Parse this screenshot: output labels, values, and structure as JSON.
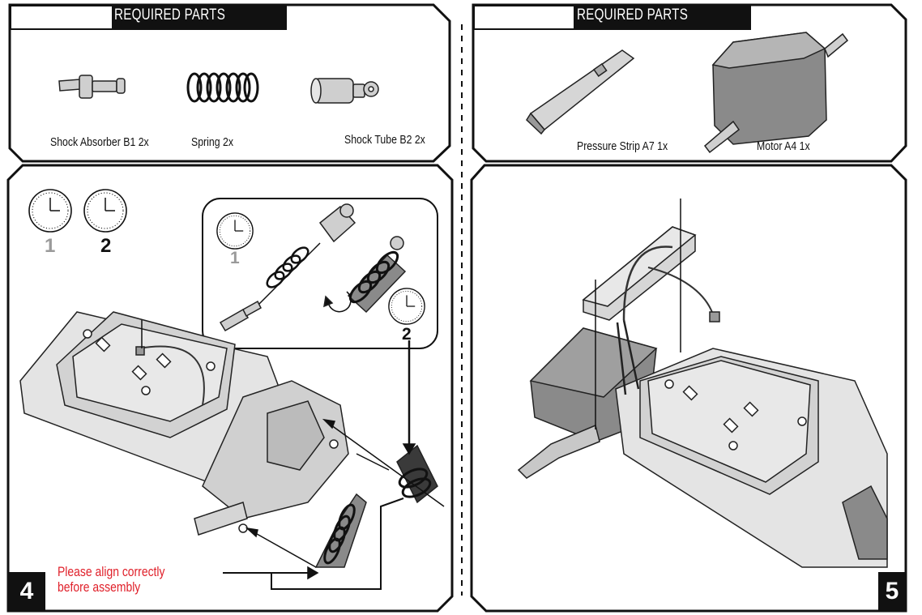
{
  "panels": {
    "top_left_header": "REQUIRED PARTS",
    "top_right_header": "REQUIRED PARTS"
  },
  "parts_left": [
    {
      "label": "Shock Absorber B1  2x",
      "icon": "shock-absorber-part"
    },
    {
      "label": "Spring  2x",
      "icon": "spring-part"
    },
    {
      "label": "Shock Tube B2  2x",
      "icon": "shock-tube-part"
    }
  ],
  "parts_right": [
    {
      "label": "Pressure Strip A7  1x",
      "icon": "pressure-strip-part"
    },
    {
      "label": "Motor A4  1x",
      "icon": "motor-part"
    }
  ],
  "step4": {
    "number": "4",
    "clock_1": "1",
    "clock_2": "2",
    "inset_clock_1": "1",
    "inset_clock_2": "2",
    "warning_line1": "Please align correctly",
    "warning_line2": "before assembly"
  },
  "step5": {
    "number": "5"
  },
  "colors": {
    "text": "#111111",
    "warning": "#e0202a",
    "muted_number": "#9a9a9a",
    "part_fill": "#cfcfcf",
    "part_dark": "#7a7a7a"
  }
}
